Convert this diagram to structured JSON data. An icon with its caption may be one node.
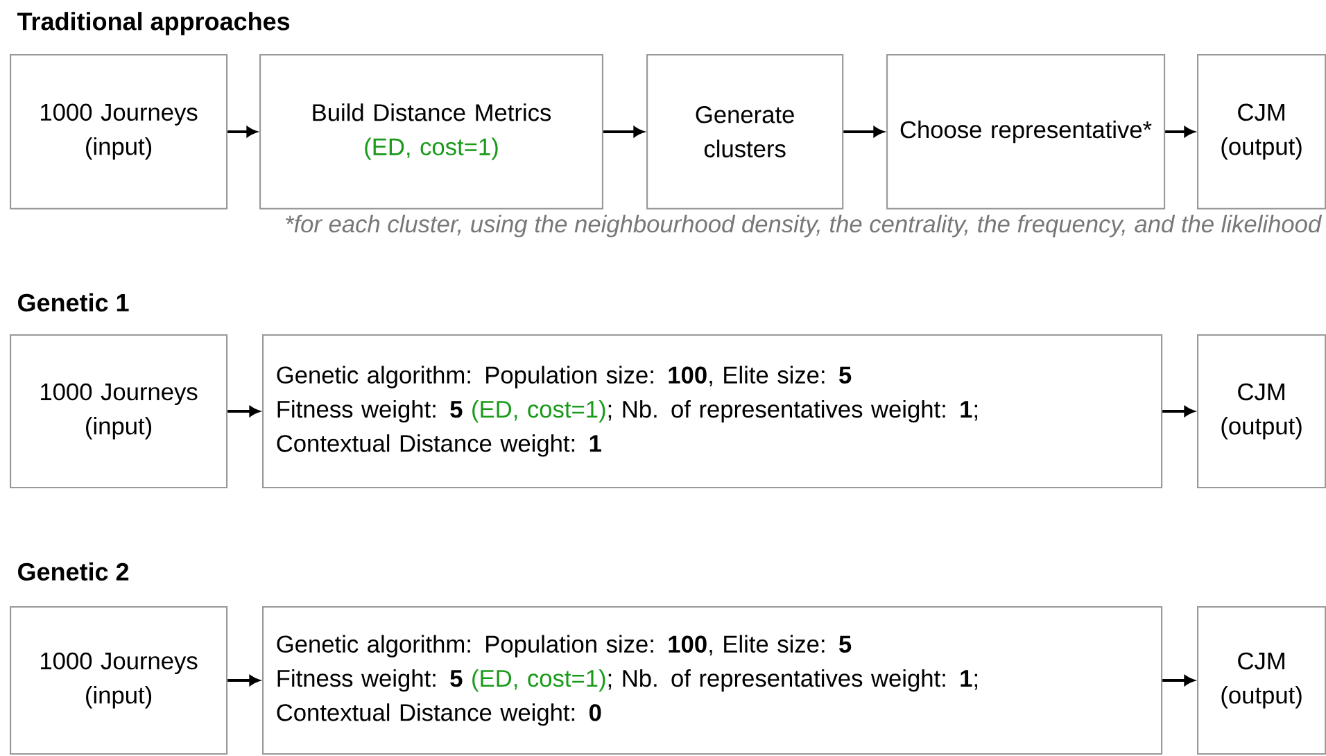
{
  "diagram": {
    "nodes": [
      {
        "text": [
          "1000 Journeys (input)"
        ]
      },
      {
        "text": [
          "Build Distance Metrics",
          "(ED, cost=1)"
        ]
      },
      {
        "text": [
          "Generate clusters"
        ]
      },
      {
        "text": [
          "Choose representative*"
        ]
      },
      {
        "text": [
          "CJM (output)"
        ]
      },
      {
        "text": [
          "1000 Journeys (input)"
        ]
      },
      {
        "text": [
          "Genetic algorithm: Population size: **100**, Elite size: **5**",
          "Fitness weight: **5**",
          "(ED, cost=1)",
          "; Nb. of representatives weight: **1**;",
          "Contextual Distance weight: **1**"
        ]
      },
      {
        "text": [
          "CJM (output)"
        ]
      },
      {
        "text": [
          "1000 Journeys (input)"
        ]
      },
      {
        "text": [
          "Genetic algorithm: Population size: **100**, Elite size: **5**",
          "Fitness weight: **5**",
          "(ED, cost=1)",
          "; Nb. of representatives weight: **1**;",
          "Contextual Distance weight: **0**"
        ]
      },
      {
        "text": [
          "CJM (output)"
        ]
      }
    ],
    "edges": [
      {
        "from": 0,
        "to": 1,
        "arrow": "to"
      },
      {
        "from": 1,
        "to": 2,
        "arrow": "to"
      },
      {
        "from": 2,
        "to": 3,
        "arrow": "to"
      },
      {
        "from": 3,
        "to": 4,
        "arrow": "to"
      },
      {
        "from": 5,
        "to": 6,
        "arrow": "to"
      },
      {
        "from": 6,
        "to": 7,
        "arrow": "to"
      },
      {
        "from": 8,
        "to": 9,
        "arrow": "to"
      },
      {
        "from": 9,
        "to": 10,
        "arrow": "to"
      }
    ],
    "labels": [
      "Traditional approaches",
      "*for each cluster, using the neighbourhood density, the centrality, the frequency, and the likelihood",
      "Genetic 1",
      "Genetic 2"
    ]
  }
}
